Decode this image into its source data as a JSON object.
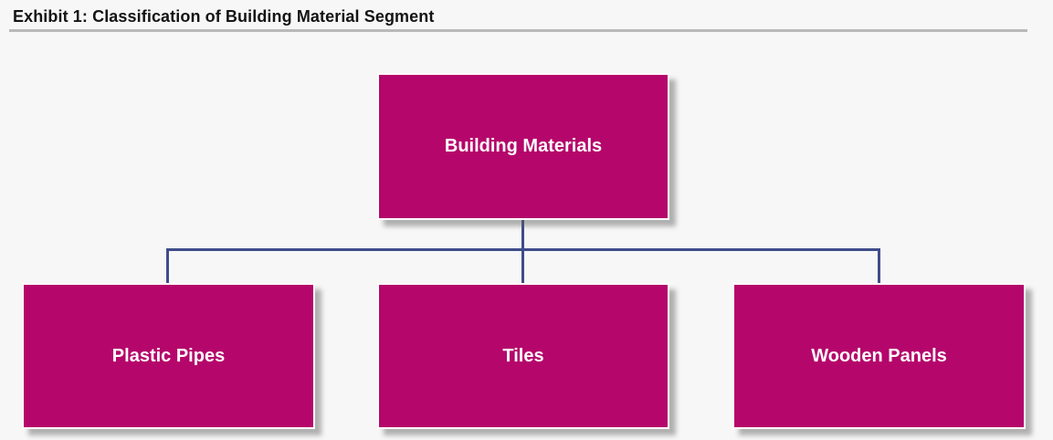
{
  "header": {
    "title": "Exhibit 1: Classification of Building Material Segment"
  },
  "diagram": {
    "type": "hierarchy",
    "root": {
      "label": "Building Materials"
    },
    "children": [
      {
        "label": "Plastic Pipes"
      },
      {
        "label": "Tiles"
      },
      {
        "label": "Wooden Panels"
      }
    ],
    "colors": {
      "node_fill": "#b5066b",
      "node_border": "#ffffff",
      "node_text": "#ffffff",
      "connector": "#3f4d8a",
      "background": "#f7f7f7",
      "title_text": "#141414",
      "title_rule": "#b9b9b9"
    }
  }
}
